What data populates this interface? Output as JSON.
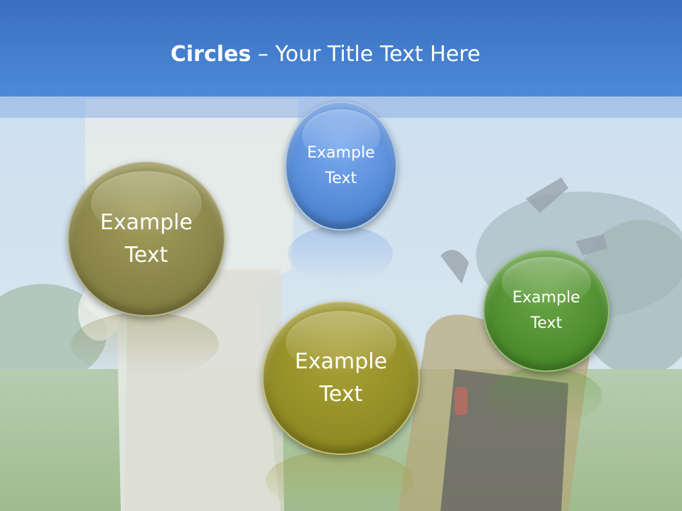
{
  "title": {
    "bold": "Circles",
    "rest": " – Your Title Text Here"
  },
  "circles": [
    {
      "label_line1": "Example",
      "label_line2": "Text",
      "color": "#4f86d3"
    },
    {
      "label_line1": "Example",
      "label_line2": "Text",
      "color": "#858043"
    },
    {
      "label_line1": "Example",
      "label_line2": "Text",
      "color": "#4a8a2a"
    },
    {
      "label_line1": "Example",
      "label_line2": "Text",
      "color": "#8f8a22"
    }
  ],
  "colors": {
    "header": "#4a84d2"
  }
}
